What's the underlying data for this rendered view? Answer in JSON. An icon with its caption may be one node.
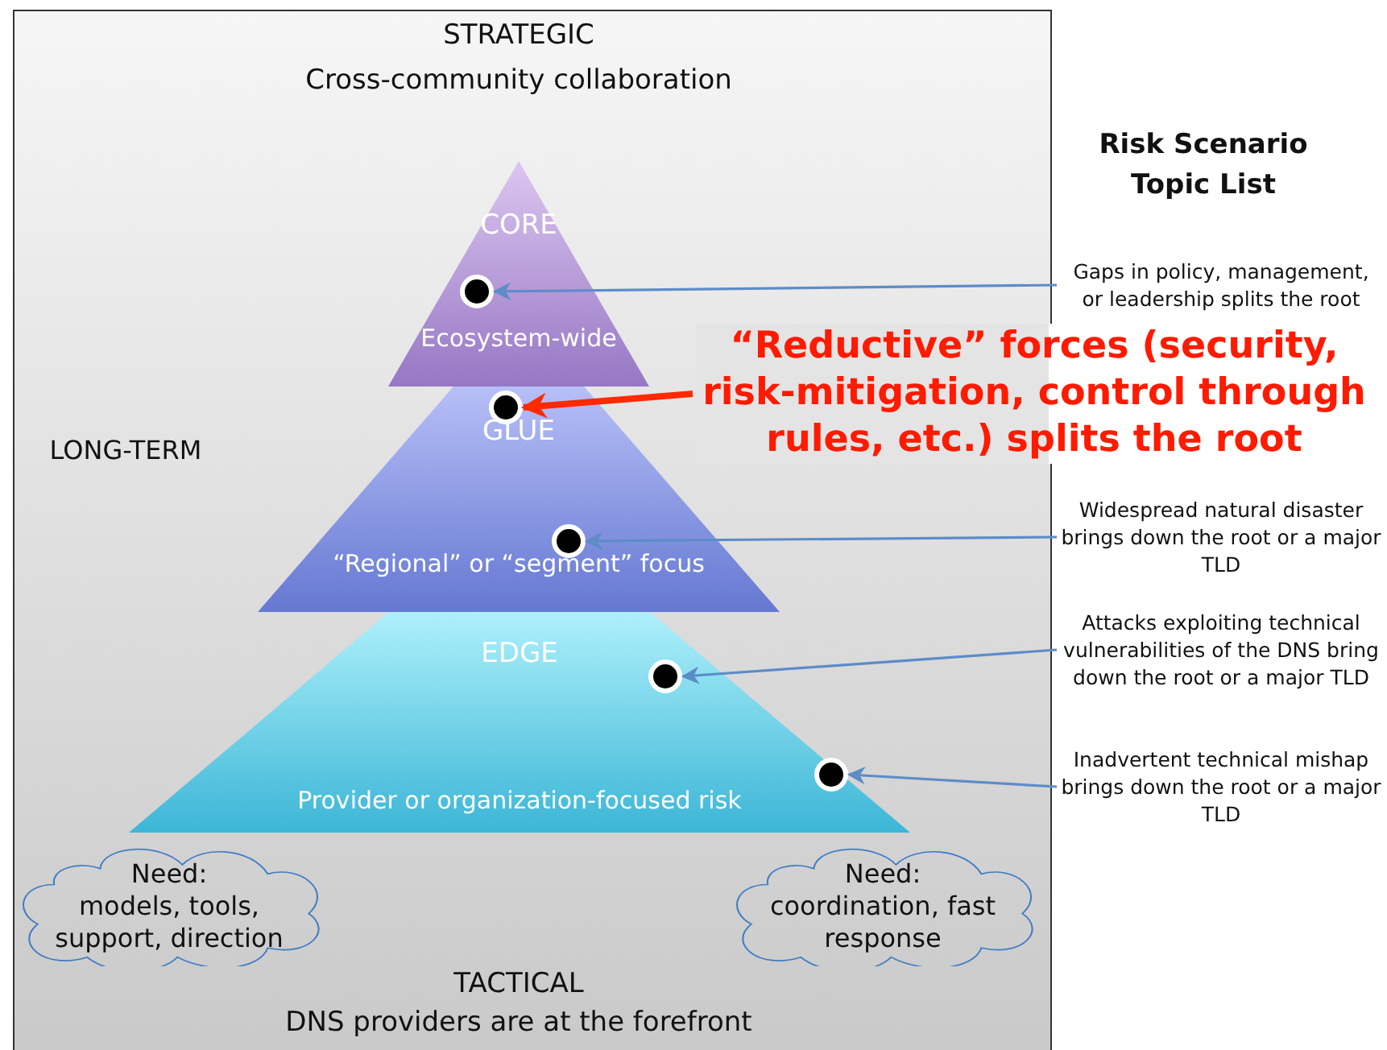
{
  "diagram": {
    "nodes": [
      {
        "text": [
          "CORE",
          "Ecosystem-wide"
        ]
      },
      {
        "text": [
          "GLUE",
          "“Regional” or “segment” focus"
        ]
      },
      {
        "text": [
          "EDGE",
          "Provider or organization-focused risk"
        ]
      },
      {
        "text": [
          "Need:",
          "models, tools, support, direction"
        ]
      },
      {
        "text": [
          "Need:",
          "coordination, fast response"
        ]
      },
      {
        "text": [],
        "shape": "circle",
        "in": 0
      },
      {
        "text": [],
        "shape": "circle",
        "in": 1
      },
      {
        "text": [],
        "shape": "circle",
        "in": 1
      },
      {
        "text": [],
        "shape": "circle",
        "in": 2
      },
      {
        "text": [],
        "shape": "circle",
        "in": 2
      },
      {
        "text": [
          "Gaps in policy, management, or leadership splits the root"
        ]
      },
      {
        "text": [
          "“Reductive” forces (security, risk-mitigation, control through rules, etc.) splits the root"
        ]
      },
      {
        "text": [
          "Widespread natural disaster brings down the root or a major TLD"
        ]
      },
      {
        "text": [
          "Attacks exploiting technical vulnerabilities of the DNS bring down the root or a major TLD"
        ]
      },
      {
        "text": [
          "Inadvertent technical mishap brings down the root or a major TLD"
        ]
      }
    ],
    "edges": [
      {
        "from": 10,
        "to": 5,
        "arrow": "to"
      },
      {
        "from": 11,
        "to": 6,
        "arrow": "to",
        "style": "thick",
        "color": "#ff2a00"
      },
      {
        "from": 12,
        "to": 7,
        "arrow": "to"
      },
      {
        "from": 13,
        "to": 8,
        "arrow": "to"
      },
      {
        "from": 14,
        "to": 9,
        "arrow": "to"
      }
    ],
    "labels": [
      "STRATEGIC",
      "Cross-community collaboration",
      "Risk Scenario Topic List",
      "LONG-TERM",
      "TACTICAL",
      "DNS providers are at the forefront"
    ]
  }
}
